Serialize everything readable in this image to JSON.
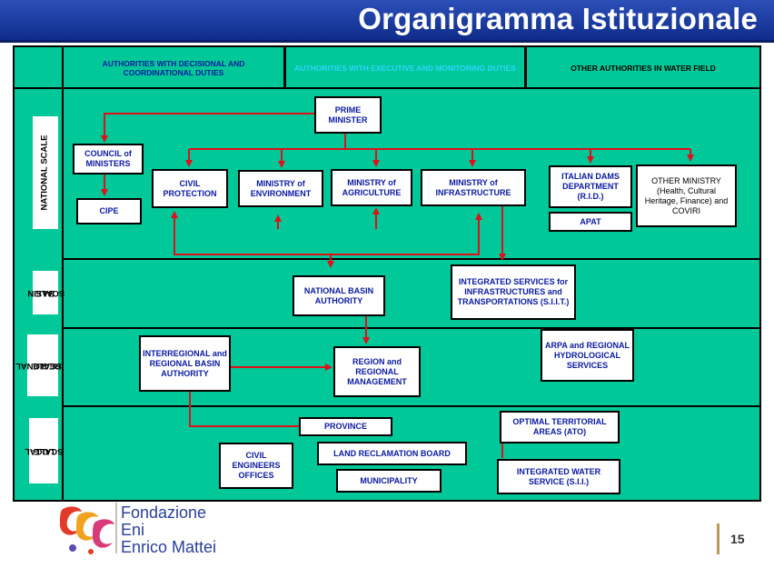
{
  "title": "Organigramma Istituzionale",
  "headers": {
    "decisional": "AUTHORITIES WITH DECISIONAL AND COORDINATIONAL DUTIES",
    "executive": "AUTHORITIES WITH EXECUTIVE AND MONITORING DUTIES",
    "other": "OTHER AUTHORITIES IN   WATER FIELD"
  },
  "scales": {
    "national": "NATIONAL SCALE",
    "basin_line1": "BASIN",
    "basin_line2": "SCALE",
    "regional_line1": "REGIONAL",
    "regional_line2": "SCALE",
    "local_line1": "LOCAL",
    "local_line2": "SCALE"
  },
  "nodes": {
    "prime_minister": "PRIME MINISTER",
    "council": "COUNCIL of MINISTERS",
    "cipe": "CIPE",
    "civil_protection": "CIVIL PROTECTION",
    "min_environment": "MINISTRY of ENVIRONMENT",
    "min_agriculture": "MINISTRY of AGRICULTURE",
    "min_infrastructure": "MINISTRY  of INFRASTRUCTURE",
    "italian_dams": "ITALIAN DAMS DEPARTMENT (R.I.D.)",
    "apat": "APAT",
    "other_ministry": "OTHER MINISTRY (Health,  Cultural Heritage, Finance) and COVIRI",
    "national_basin": "NATIONAL BASIN AUTHORITY",
    "siit": "INTEGRATED  SERVICES for INFRASTRUCTURES and TRANSPORTATIONS (S.I.I.T.)",
    "interregional": "INTERREGIONAL and REGIONAL BASIN AUTHORITY",
    "region": "REGION and REGIONAL MANAGEMENT",
    "arpa": "ARPA and REGIONAL HYDROLOGICAL SERVICES",
    "province": "PROVINCE",
    "ato": "OPTIMAL TERRITORIAL AREAS (ATO)",
    "civil_engineers": "CIVIL ENGINEERS OFFICES",
    "land_reclamation": "LAND RECLAMATION BOARD",
    "municipality": "MUNICIPALITY",
    "sii": "INTEGRATED WATER SERVICE (S.I.I.)"
  },
  "footer": {
    "logo_line1": "Fondazione",
    "logo_line2": "Eni",
    "logo_line3": "Enrico Mattei",
    "page_number": "15"
  },
  "colors": {
    "title_bar": "#1a3a9e",
    "panel": "#00c898",
    "connector": "#e0101a",
    "node_text": "#0a1aa0"
  }
}
